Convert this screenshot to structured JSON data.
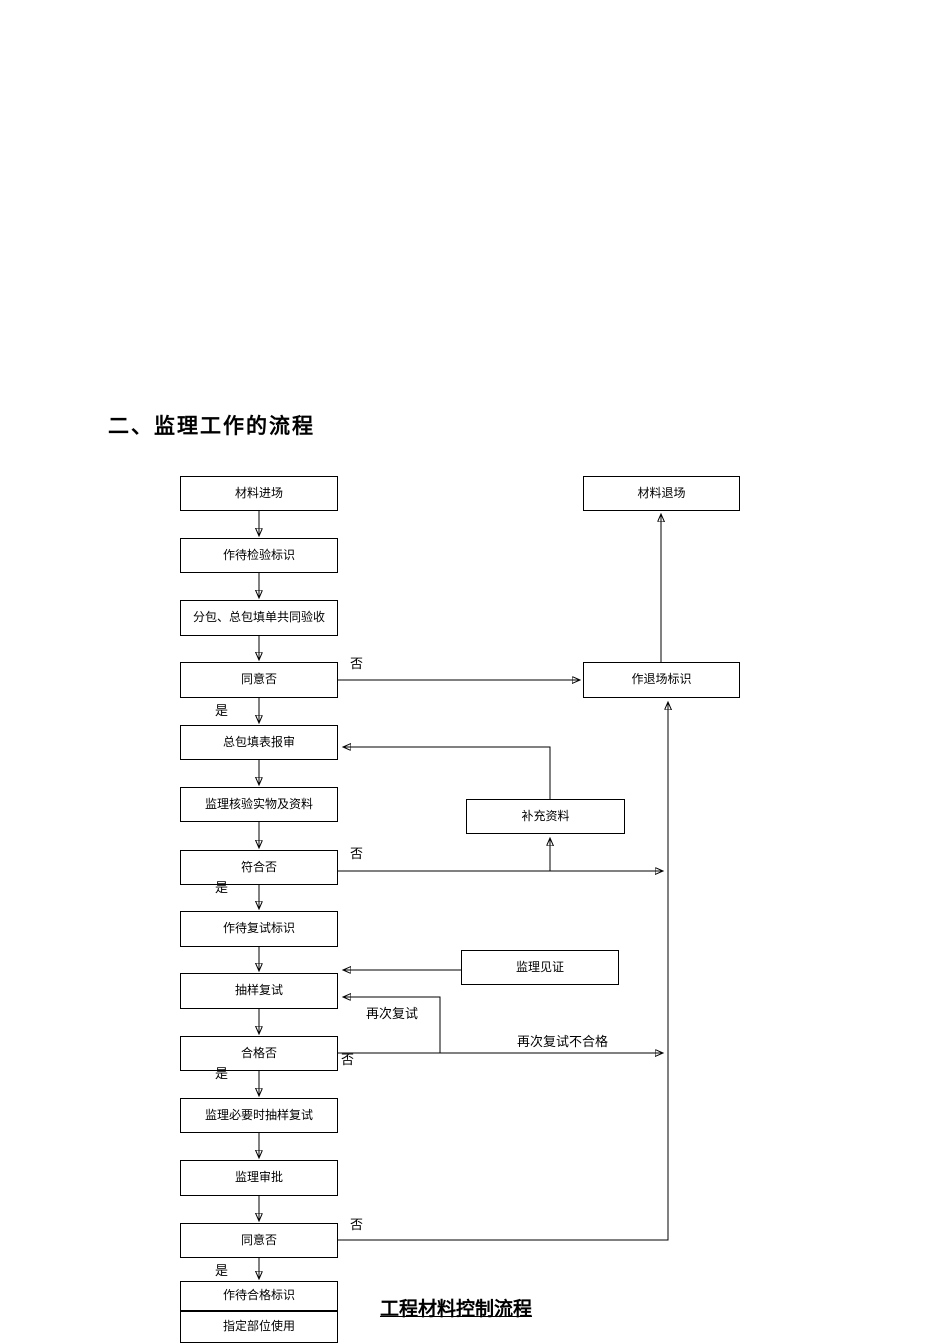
{
  "page": {
    "section_title": "二、监理工作的流程",
    "caption": "工程材料控制流程"
  },
  "flowchart": {
    "boxes": {
      "material_entry": "材料进场",
      "await_inspection_mark": "作待检验标识",
      "joint_acceptance": "分包、总包填单共同验收",
      "agree_1": "同意否",
      "gc_submit": "总包填表报审",
      "verify": "监理核验实物及资料",
      "conform": "符合否",
      "await_retest_mark": "作待复试标识",
      "sampling_retest": "抽样复试",
      "qualified": "合格否",
      "supervisor_sampling_retest": "监理必要时抽样复试",
      "supervisor_approval": "监理审批",
      "agree_2": "同意否",
      "qualified_mark": "作待合格标识",
      "designated_use": "指定部位使用",
      "material_exit": "材料退场",
      "exit_mark": "作退场标识",
      "supplement_info": "补充资料",
      "supervisor_witness": "监理见证"
    },
    "edge_labels": {
      "no_1": "否",
      "yes_1": "是",
      "no_2": "否",
      "yes_2": "是",
      "no_3": "否",
      "yes_3": "是",
      "no_4": "否",
      "yes_4": "是",
      "retest_again": "再次复试",
      "retest_fail": "再次复试不合格"
    },
    "edges": [
      {
        "from": "material_entry",
        "to": "await_inspection_mark"
      },
      {
        "from": "await_inspection_mark",
        "to": "joint_acceptance"
      },
      {
        "from": "joint_acceptance",
        "to": "agree_1"
      },
      {
        "from": "agree_1",
        "to": "exit_mark",
        "label": "否"
      },
      {
        "from": "agree_1",
        "to": "gc_submit",
        "label": "是"
      },
      {
        "from": "exit_mark",
        "to": "material_exit"
      },
      {
        "from": "gc_submit",
        "to": "verify"
      },
      {
        "from": "verify",
        "to": "conform"
      },
      {
        "from": "conform",
        "to": "exit_mark",
        "label": "否"
      },
      {
        "from": "conform",
        "to": "supplement_info"
      },
      {
        "from": "supplement_info",
        "to": "gc_submit"
      },
      {
        "from": "conform",
        "to": "await_retest_mark",
        "label": "是"
      },
      {
        "from": "await_retest_mark",
        "to": "sampling_retest"
      },
      {
        "from": "supervisor_witness",
        "to": "sampling_retest"
      },
      {
        "from": "sampling_retest",
        "to": "qualified"
      },
      {
        "from": "qualified",
        "to": "sampling_retest",
        "label": "再次复试"
      },
      {
        "from": "qualified",
        "to": "exit_mark",
        "label": "再次复试不合格"
      },
      {
        "from": "qualified",
        "to": "supervisor_sampling_retest",
        "label": "是"
      },
      {
        "from": "supervisor_sampling_retest",
        "to": "supervisor_approval"
      },
      {
        "from": "supervisor_approval",
        "to": "agree_2"
      },
      {
        "from": "agree_2",
        "to": "exit_mark",
        "label": "否"
      },
      {
        "from": "agree_2",
        "to": "qualified_mark",
        "label": "是"
      },
      {
        "from": "qualified_mark",
        "to": "designated_use"
      }
    ],
    "colors": {
      "line": "#000000",
      "box_border": "#000000",
      "text": "#000000",
      "background": "#ffffff"
    }
  }
}
